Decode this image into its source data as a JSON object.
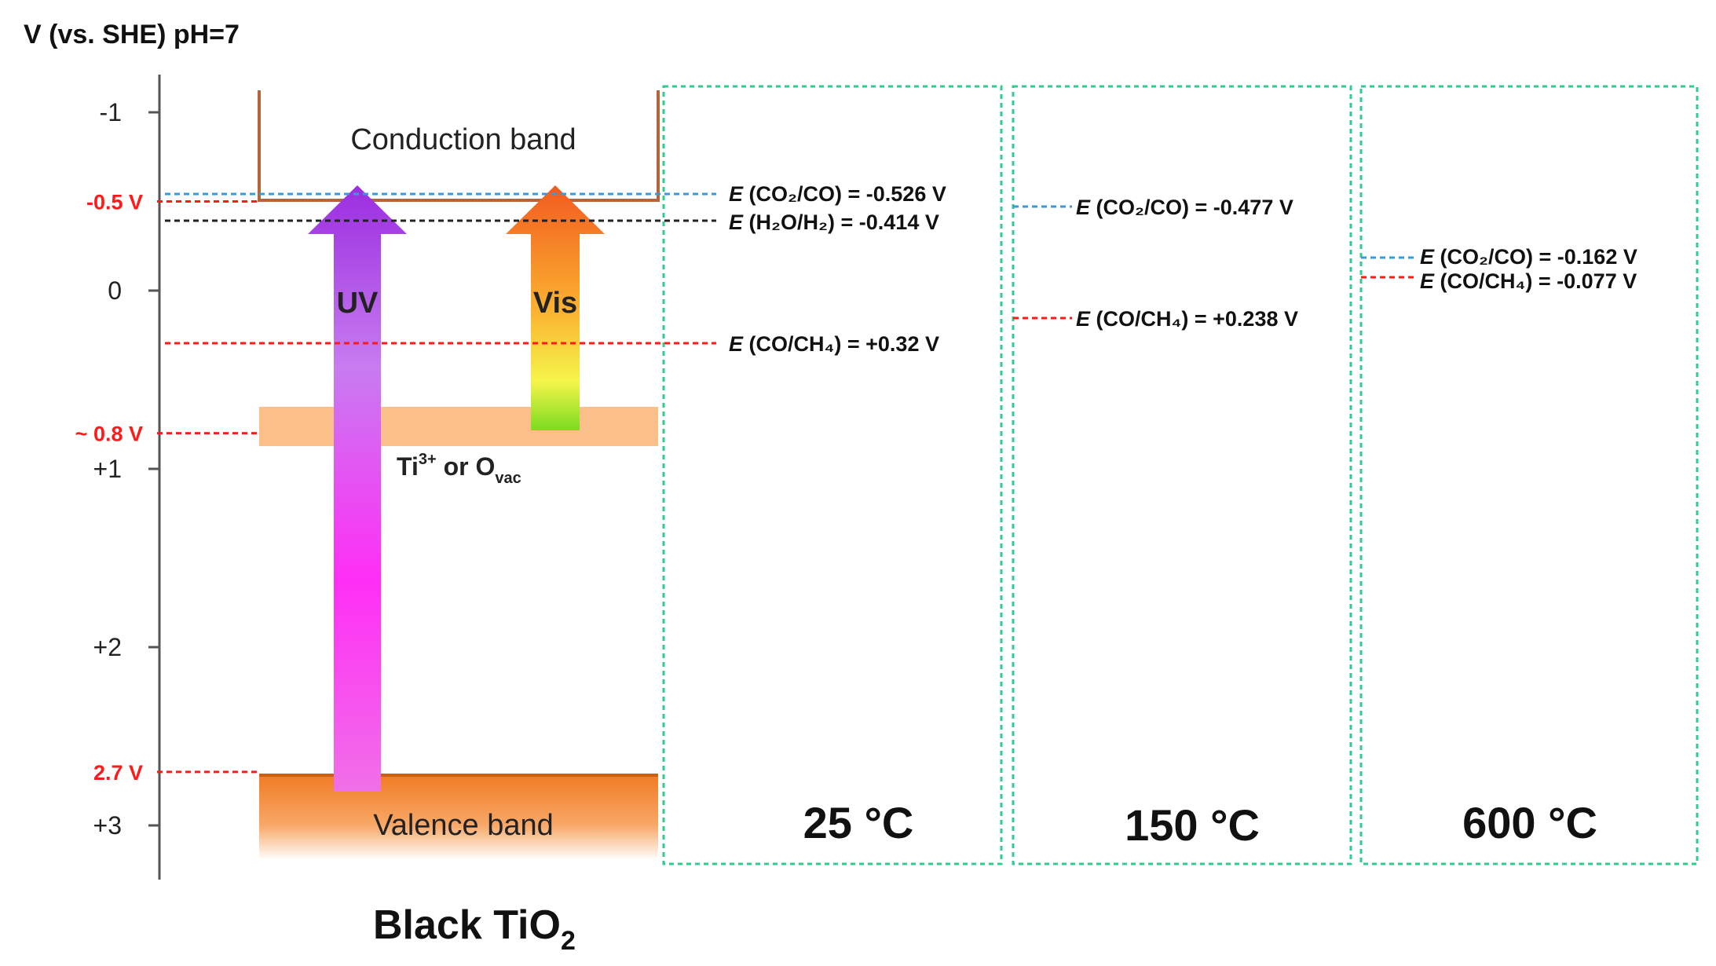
{
  "axis": {
    "title": "V (vs. SHE) pH=7",
    "ticks": [
      {
        "label": "-1",
        "value": -1
      },
      {
        "label": "0",
        "value": 0
      },
      {
        "label": "+1",
        "value": 1
      },
      {
        "label": "+2",
        "value": 2
      },
      {
        "label": "+3",
        "value": 3
      }
    ],
    "markers": [
      {
        "label": "-0.5 V",
        "value": -0.5
      },
      {
        "label": "~ 0.8 V",
        "value": 0.8
      },
      {
        "label": "2.7 V",
        "value": 2.7
      }
    ]
  },
  "bands": {
    "conduction": "Conduction band",
    "defect_prefix": "Ti",
    "defect_sup": "3+",
    "defect_mid": " or O",
    "defect_sub": "vac",
    "valence": "Valence band"
  },
  "arrows": {
    "uv": "UV",
    "vis": "Vis"
  },
  "material": {
    "name": "Black TiO",
    "subscript": "2"
  },
  "panels": [
    {
      "temperature": "25 °C",
      "potentials": [
        {
          "lhs": "E",
          "couple": "(CO₂/CO) = -0.526 V",
          "value": -0.526
        },
        {
          "lhs": "E",
          "couple": "(H₂O/H₂) = -0.414 V",
          "value": -0.414
        },
        {
          "lhs": "E",
          "couple": "(CO/CH₄) = +0.32 V",
          "value": 0.32
        }
      ]
    },
    {
      "temperature": "150 °C",
      "potentials": [
        {
          "lhs": "E",
          "couple": "(CO₂/CO) = -0.477 V",
          "value": -0.477
        },
        {
          "lhs": "E",
          "couple": "(CO/CH₄) = +0.238 V",
          "value": 0.238
        }
      ]
    },
    {
      "temperature": "600 °C",
      "potentials": [
        {
          "lhs": "E",
          "couple": "(CO₂/CO) = -0.162 V",
          "value": -0.162
        },
        {
          "lhs": "E",
          "couple": "(CO/CH₄) = -0.077 V",
          "value": -0.077
        }
      ]
    }
  ],
  "colors": {
    "red_marker": "#ff1a1a",
    "blue_line": "#3a9ad9",
    "panel_border": "#2ecc8e",
    "band_edge": "#b5653a",
    "defect_band": "#fbbf8a",
    "valence_top": "#f07a22"
  }
}
